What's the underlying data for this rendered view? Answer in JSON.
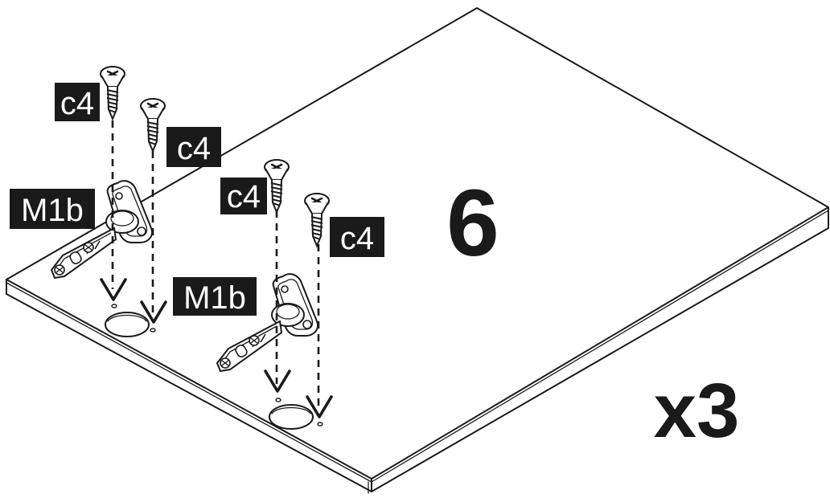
{
  "step": {
    "number": "6",
    "multiplier": "x3"
  },
  "labels": {
    "screw_label_1": "c4",
    "screw_label_2": "c4",
    "screw_label_3": "c4",
    "screw_label_4": "c4",
    "hinge_label_1": "M1b",
    "hinge_label_2": "M1b"
  },
  "colors": {
    "ink": "#1a1a1a",
    "label_background": "#1a1a1a",
    "label_text": "#ffffff",
    "paper": "#ffffff"
  }
}
